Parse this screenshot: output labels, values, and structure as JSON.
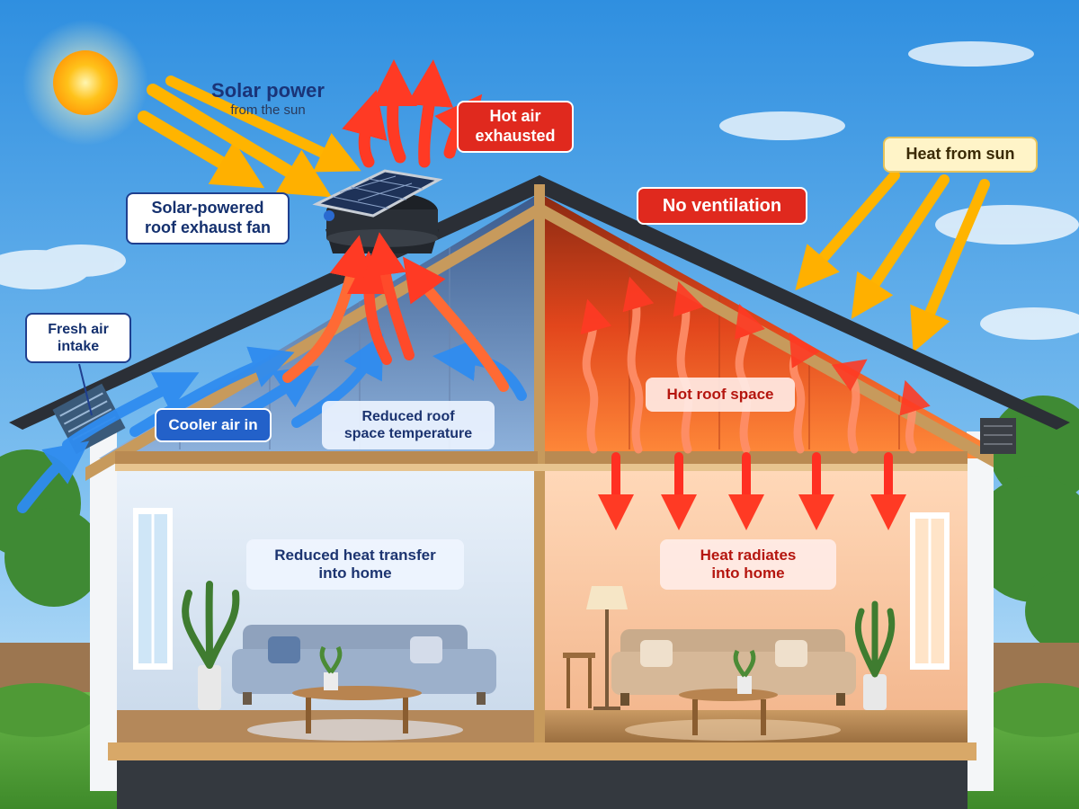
{
  "labels": {
    "solar_power_title": "Solar power",
    "solar_power_sub": "from the sun",
    "hot_air_line1": "Hot air",
    "hot_air_line2": "exhausted",
    "fan_line1": "Solar-powered",
    "fan_line2": "roof exhaust fan",
    "no_ventilation": "No ventilation",
    "heat_from_sun": "Heat from sun",
    "fresh_air_line1": "Fresh air",
    "fresh_air_line2": "intake",
    "cooler_air": "Cooler air in",
    "reduced_roof_line1": "Reduced roof",
    "reduced_roof_line2": "space temperature",
    "hot_roof_space": "Hot roof space",
    "reduced_heat_line1": "Reduced heat transfer",
    "reduced_heat_line2": "into home",
    "heat_radiates_line1": "Heat radiates",
    "heat_radiates_line2": "into home"
  },
  "colors": {
    "sky_top": "#2f8fe0",
    "sky_bottom": "#bfe2f8",
    "cool_accent": "#2a7be4",
    "hot_accent": "#e8301e",
    "sun": "#ffc21a",
    "roof": "#2b2f36"
  },
  "icons": [
    "sun-icon",
    "solar-panel-icon",
    "fan-icon",
    "vent-icon",
    "sofa-icon",
    "lamp-icon",
    "plant-icon",
    "window-icon",
    "table-icon"
  ]
}
